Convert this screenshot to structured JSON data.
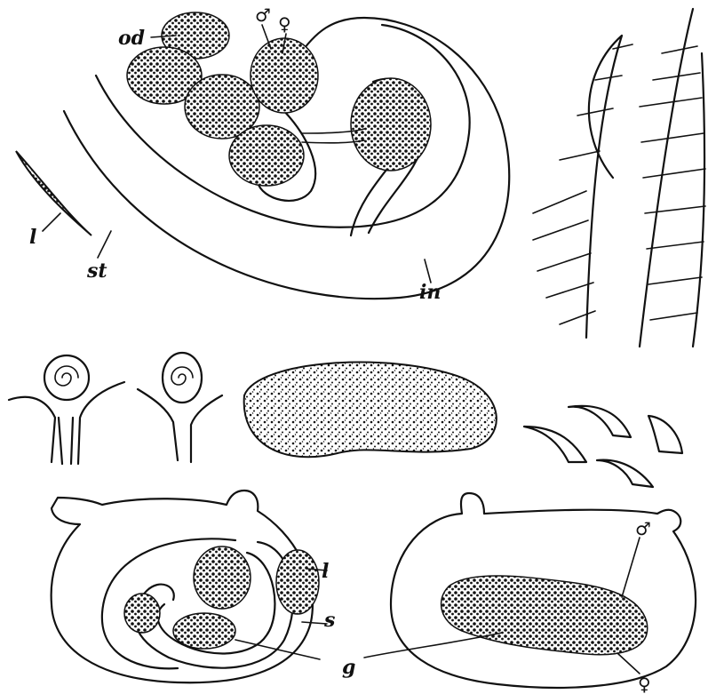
{
  "figure_top": {
    "labels": {
      "od": "od",
      "male": "♂",
      "female": "♀",
      "l": "l",
      "st": "st",
      "in": "in"
    }
  },
  "figure_bottom_left": {
    "labels": {
      "l": "l",
      "s": "s",
      "g": "g"
    }
  },
  "figure_bottom_right": {
    "labels": {
      "male": "♂",
      "female": "♀"
    }
  }
}
